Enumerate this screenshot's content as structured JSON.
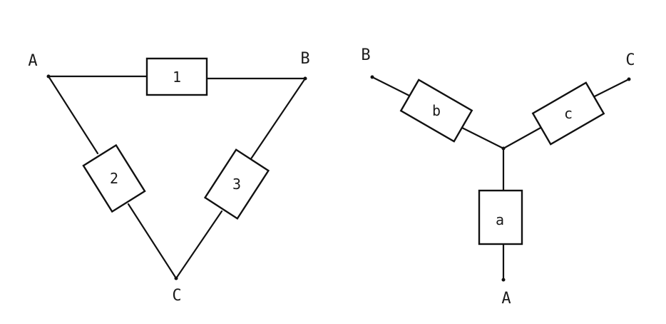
{
  "delta": {
    "nodes": {
      "A": "A",
      "B": "B",
      "C": "C"
    },
    "resistors": [
      "1",
      "2",
      "3"
    ]
  },
  "wye": {
    "nodes": {
      "A": "A",
      "B": "B",
      "C": "C"
    },
    "resistors": [
      "a",
      "b",
      "c"
    ]
  },
  "colors": {
    "ink": "#111111",
    "background": "#ffffff"
  }
}
